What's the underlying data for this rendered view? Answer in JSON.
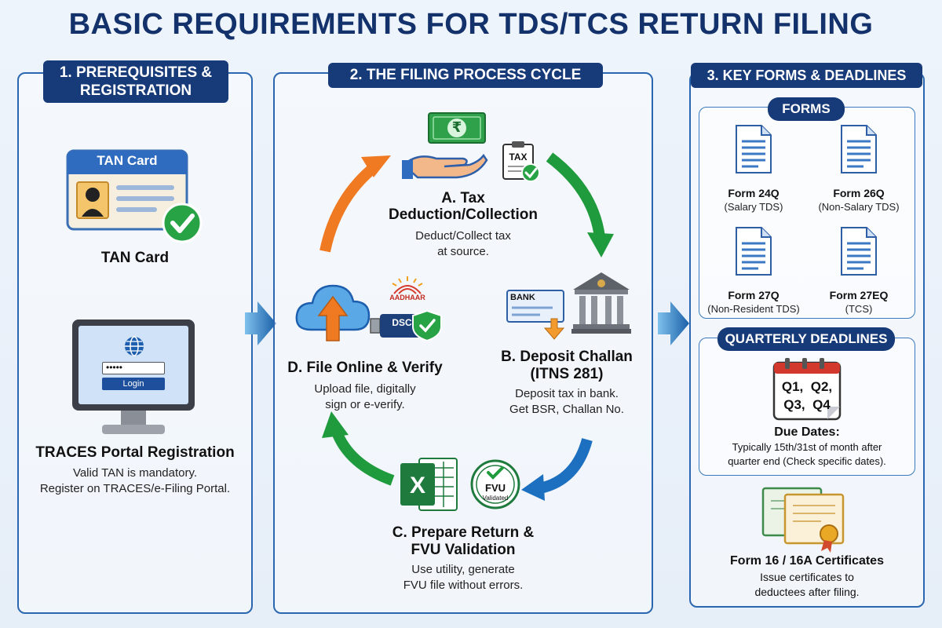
{
  "title": "BASIC REQUIREMENTS FOR TDS/TCS RETURN FILING",
  "section1": {
    "heading_line1": "1. PREREQUISITES &",
    "heading_line2": "REGISTRATION",
    "tan_card": {
      "card_header": "TAN Card",
      "label": "TAN Card"
    },
    "traces": {
      "password_mask": "•••••",
      "login_button": "Login",
      "label": "TRACES Portal Registration",
      "desc_line1": "Valid TAN is mandatory.",
      "desc_line2": "Register on TRACES/e-Filing Portal."
    }
  },
  "section2": {
    "heading": "2. THE FILING PROCESS CYCLE",
    "step_a": {
      "icon_text_rupee": "₹",
      "icon_text_tax": "TAX",
      "title_line1": "A. Tax",
      "title_line2": "Deduction/Collection",
      "desc_line1": "Deduct/Collect tax",
      "desc_line2": "at source."
    },
    "step_b": {
      "icon_text_bank": "BANK",
      "title_line1": "B. Deposit Challan",
      "title_line2": "(ITNS 281)",
      "desc_line1": "Deposit tax in bank.",
      "desc_line2": "Get BSR, Challan No."
    },
    "step_c": {
      "icon_text_excel": "X",
      "badge_line1": "FVU",
      "badge_line2": "Validated",
      "title_line1": "C. Prepare Return &",
      "title_line2": "FVU Validation",
      "desc_line1": "Use utility, generate",
      "desc_line2": "FVU file without errors."
    },
    "step_d": {
      "icon_text_aadhaar": "AADHAAR",
      "icon_text_dsc": "DSC",
      "title": "D. File Online & Verify",
      "desc_line1": "Upload file, digitally",
      "desc_line2": "sign or e-verify."
    }
  },
  "section3": {
    "heading": "3. KEY FORMS & DEADLINES",
    "forms_heading": "FORMS",
    "forms": [
      {
        "name": "Form 24Q",
        "desc": "(Salary TDS)"
      },
      {
        "name": "Form 26Q",
        "desc": "(Non-Salary TDS)"
      },
      {
        "name": "Form 27Q",
        "desc": "(Non-Resident TDS)"
      },
      {
        "name": "Form 27EQ",
        "desc": "(TCS)"
      }
    ],
    "deadlines_heading": "QUARTERLY DEADLINES",
    "calendar_line1": "Q1,  Q2,",
    "calendar_line2": "Q3,  Q4",
    "due_title": "Due Dates:",
    "due_line1": "Typically 15th/31st of month after",
    "due_line2": "quarter end (Check specific dates).",
    "cert_title": "Form 16 / 16A Certificates",
    "cert_line1": "Issue certificates to",
    "cert_line2": "deductees after filing."
  },
  "colors": {
    "navy": "#173a78",
    "panel_border": "#2b67b0",
    "green": "#1f9a3c",
    "orange": "#f07a22",
    "blue_arrow": "#1d6fc0"
  }
}
